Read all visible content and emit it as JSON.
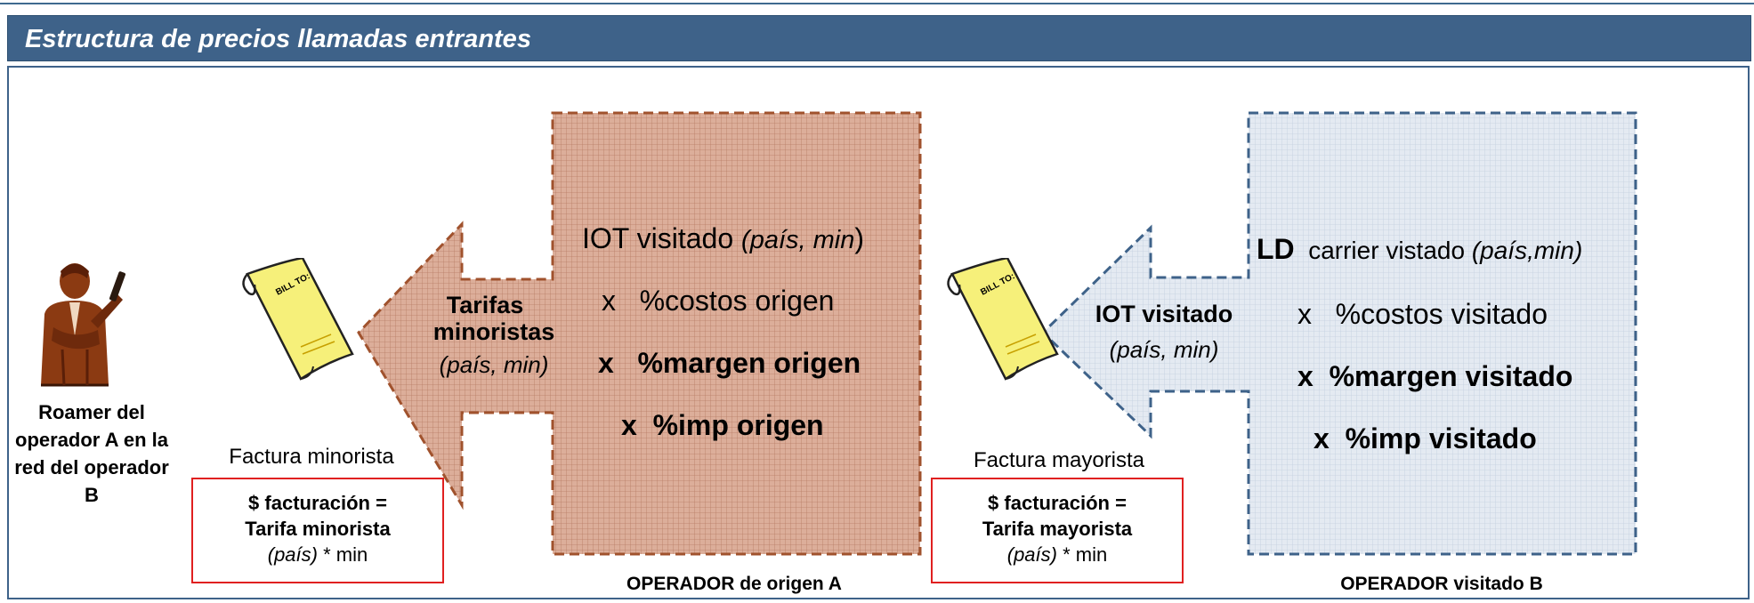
{
  "header": {
    "title": "Estructura de precios llamadas entrantes"
  },
  "colors": {
    "header_bg": "#3e6289",
    "origin_fill": "#d8a38e",
    "origin_border": "#a0522d",
    "visited_fill": "#dfe6ef",
    "visited_border": "#3e6289",
    "bill_border": "#e02020",
    "bill_paper": "#f6f07a"
  },
  "icons": {
    "person": "person-phone-icon",
    "bill": "bill-document-icon"
  },
  "person": {
    "label": "Roamer del operador A en la red del operador B"
  },
  "bill_doc": {
    "header": "BILL TO:"
  },
  "retail": {
    "invoice_label": "Factura minorista",
    "box_line1": "$ facturación =",
    "box_line2": "Tarifa minorista",
    "box_line3_italic": "(país)",
    "box_line3_rest": " * min"
  },
  "wholesale": {
    "invoice_label": "Factura mayorista",
    "box_line1": "$ facturación =",
    "box_line2": "Tarifa mayorista",
    "box_line3_italic": "(país)",
    "box_line3_rest": " * min"
  },
  "origin_arrow": {
    "line1": "Tarifas",
    "line2": "minoristas",
    "line3": "(país, min)"
  },
  "origin_block": {
    "line1_main": "IOT visitado ",
    "line1_italic": "(país, min",
    "line1_end": ")",
    "line2": "x   %costos origen",
    "line3": "x   %margen origen",
    "line4": "x  %imp origen"
  },
  "origin_label": "OPERADOR de origen A",
  "visited_arrow": {
    "line1": "IOT visitado",
    "line2": "(país, min)"
  },
  "visited_block": {
    "line1_bold": "LD",
    "line1_main": "  carrier vistado ",
    "line1_italic": "(país,min)",
    "line2": "x   %costos visitado",
    "line3": "x  %margen visitado",
    "line4": "x  %imp visitado"
  },
  "visited_label": "OPERADOR visitado B"
}
